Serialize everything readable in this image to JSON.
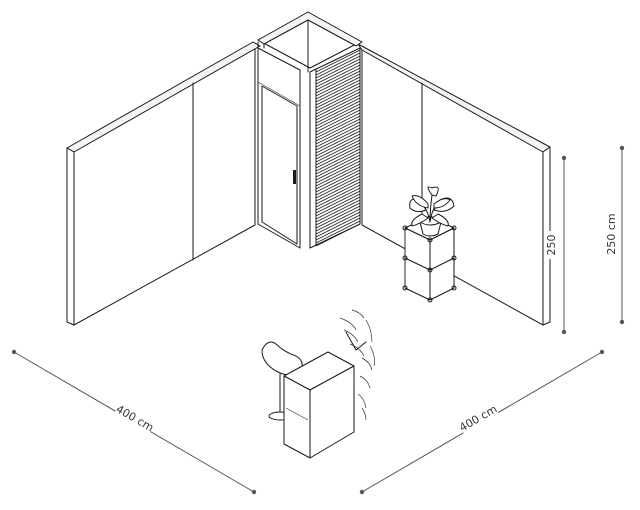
{
  "dimensions": {
    "left_width": "400 cm",
    "right_width": "400 cm",
    "wall_height": "250",
    "total_height": "250 cm"
  },
  "colors": {
    "line": "#1a1a1a",
    "dimension_line": "#555555",
    "background": "#ffffff"
  },
  "icons": [
    "plant-icon",
    "chair-icon"
  ]
}
